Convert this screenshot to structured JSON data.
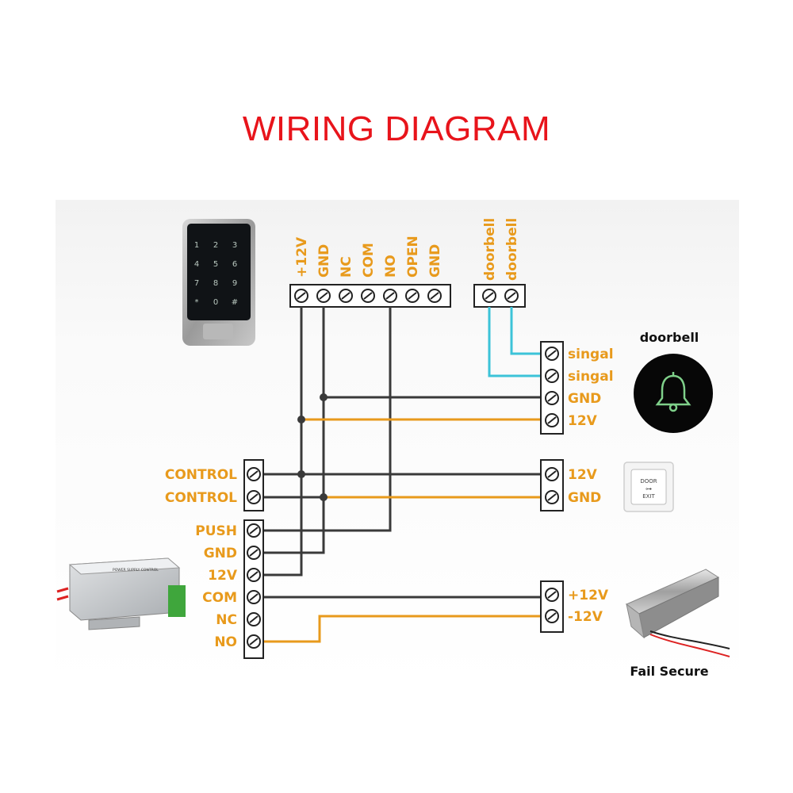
{
  "title": "WIRING DIAGRAM",
  "keypad": {
    "terminals": [
      "+12V",
      "GND",
      "NC",
      "COM",
      "NO",
      "OPEN",
      "GND"
    ],
    "keys": [
      "1",
      "2",
      "3",
      "4",
      "5",
      "6",
      "7",
      "8",
      "9",
      "*",
      "0",
      "#"
    ]
  },
  "doorbell_terminals": [
    "doorbell",
    "doorbell"
  ],
  "doorbell": {
    "label": "doorbell",
    "terminals": [
      "singal",
      "singal",
      "GND",
      "12V"
    ]
  },
  "exit_button": {
    "terminals": [
      "12V",
      "GND"
    ],
    "face_text": [
      "DOOR",
      "EXIT"
    ]
  },
  "power_supply": {
    "control_terminals": [
      "CONTROL",
      "CONTROL"
    ],
    "terminals": [
      "PUSH",
      "GND",
      "12V",
      "COM",
      "NC",
      "NO"
    ],
    "label_text": "POWER SUPPLY CONTROL"
  },
  "lock": {
    "terminals": [
      "+12V",
      "-12V"
    ],
    "label": "Fail Secure"
  },
  "colors": {
    "title": "#e8141b",
    "label": "#e89a1c",
    "wire_dark": "#3a3a3a",
    "wire_orange": "#e89a1c",
    "wire_cyan": "#3cc3d8"
  }
}
